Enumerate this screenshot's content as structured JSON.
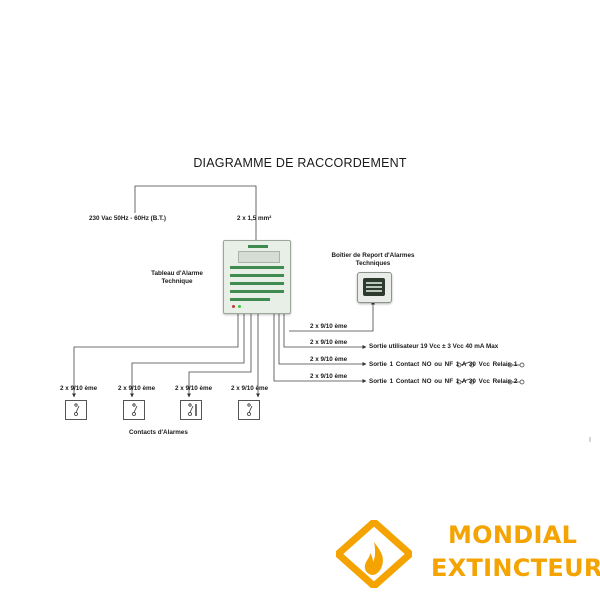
{
  "title": "DIAGRAMME DE RACCORDEMENT",
  "power": {
    "supply_label": "230 Vac 50Hz - 60Hz (B.T.)",
    "cable_label": "2 x 1,5 mm²"
  },
  "panel": {
    "name": "Tableau d'Alarme Technique"
  },
  "report_box": {
    "name": "Boîtier de Report d'Alarmes Techniques"
  },
  "outputs": [
    {
      "cable": "2 x 9/10 ème",
      "desc": ""
    },
    {
      "cable": "2 x 9/10 ème",
      "desc": "Sortie utilisateur 19 Vcc ± 3 Vcc 40 mA Max"
    },
    {
      "cable": "2 x 9/10 ème",
      "desc": "Sortie 1 Contact NO  ou NF  1 A 30 Vcc Relais 1"
    },
    {
      "cable": "2 x 9/10 ème",
      "desc": "Sortie 1 Contact NO  ou NF  1 A 30 Vcc Relais 2"
    }
  ],
  "contacts": {
    "cable": "2 x 9/10 ème",
    "label": "Contacts d'Alarmes",
    "items": [
      {
        "cable": "2 x 9/10 ème"
      },
      {
        "cable": "2 x 9/10 ème"
      },
      {
        "cable": "2 x 9/10 ème"
      },
      {
        "cable": "2 x 9/10 ème"
      }
    ]
  },
  "logo": {
    "line1": "MONDIAL",
    "line2": "EXTINCTEUR",
    "color": "#f4a300"
  }
}
